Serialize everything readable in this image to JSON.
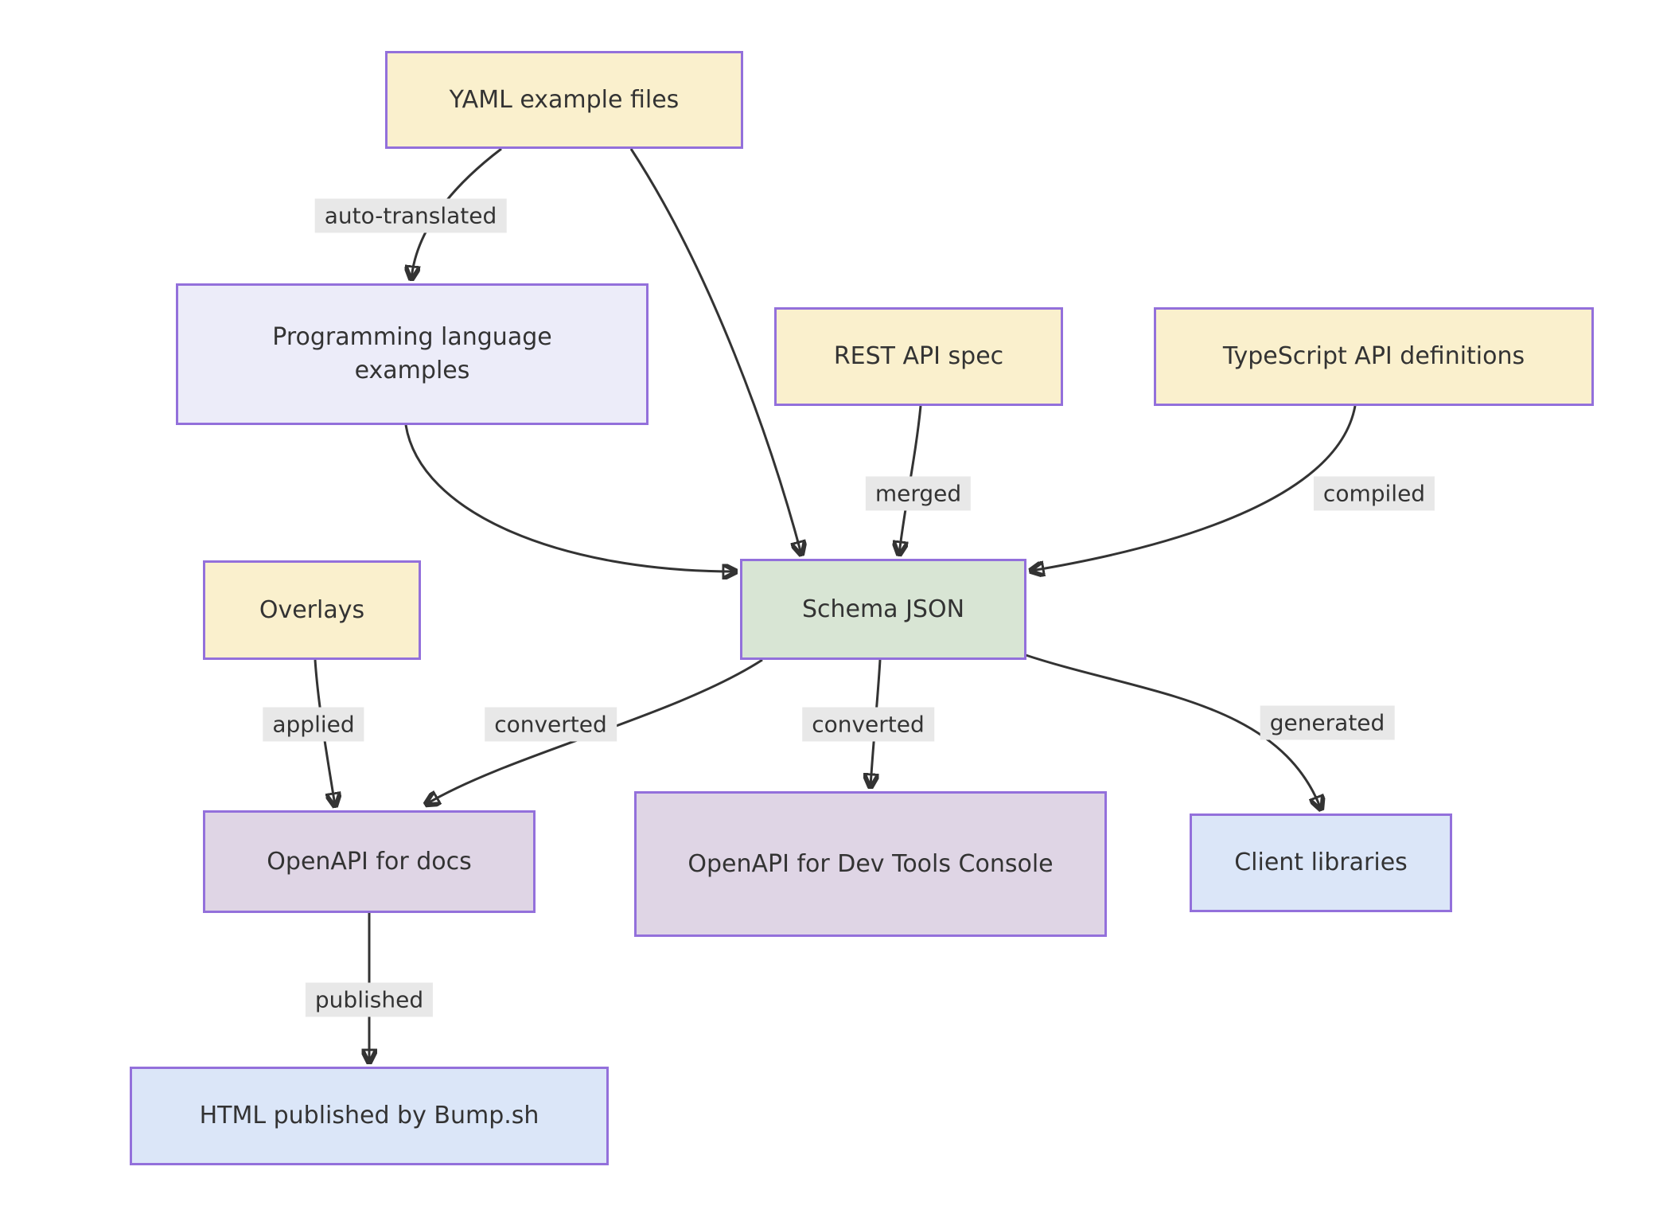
{
  "diagram": {
    "type": "flowchart",
    "direction": "top-down",
    "background": "#ffffff"
  },
  "colors": {
    "node_border": "#9370DB",
    "edge_stroke": "#333333",
    "text": "#333333",
    "edge_label_background": "#e8e8e8",
    "fill_yellow": "#FAF0CD",
    "fill_lavender": "#ECECF9",
    "fill_green": "#D8E5D4",
    "fill_mauve": "#DFD5E5",
    "fill_blue": "#DBE6F8"
  },
  "nodes": [
    {
      "id": "yaml",
      "label": "YAML example files",
      "fill": "yellow"
    },
    {
      "id": "prog",
      "label": "Programming language examples",
      "fill": "lavender"
    },
    {
      "id": "rest",
      "label": "REST API spec",
      "fill": "yellow"
    },
    {
      "id": "ts",
      "label": "TypeScript API definitions",
      "fill": "yellow"
    },
    {
      "id": "overlays",
      "label": "Overlays",
      "fill": "yellow"
    },
    {
      "id": "schema",
      "label": "Schema JSON",
      "fill": "green"
    },
    {
      "id": "docs",
      "label": "OpenAPI for docs",
      "fill": "mauve"
    },
    {
      "id": "devtools",
      "label": "OpenAPI for Dev Tools Console",
      "fill": "mauve"
    },
    {
      "id": "client",
      "label": "Client libraries",
      "fill": "blue"
    },
    {
      "id": "html",
      "label": "HTML published by Bump.sh",
      "fill": "blue"
    }
  ],
  "edges": [
    {
      "from": "yaml",
      "to": "prog",
      "label": "auto-translated"
    },
    {
      "from": "yaml",
      "to": "schema",
      "label": ""
    },
    {
      "from": "prog",
      "to": "schema",
      "label": ""
    },
    {
      "from": "rest",
      "to": "schema",
      "label": "merged"
    },
    {
      "from": "ts",
      "to": "schema",
      "label": "compiled"
    },
    {
      "from": "overlays",
      "to": "docs",
      "label": "applied"
    },
    {
      "from": "schema",
      "to": "docs",
      "label": "converted"
    },
    {
      "from": "schema",
      "to": "devtools",
      "label": "converted"
    },
    {
      "from": "schema",
      "to": "client",
      "label": "generated"
    },
    {
      "from": "docs",
      "to": "html",
      "label": "published"
    }
  ]
}
